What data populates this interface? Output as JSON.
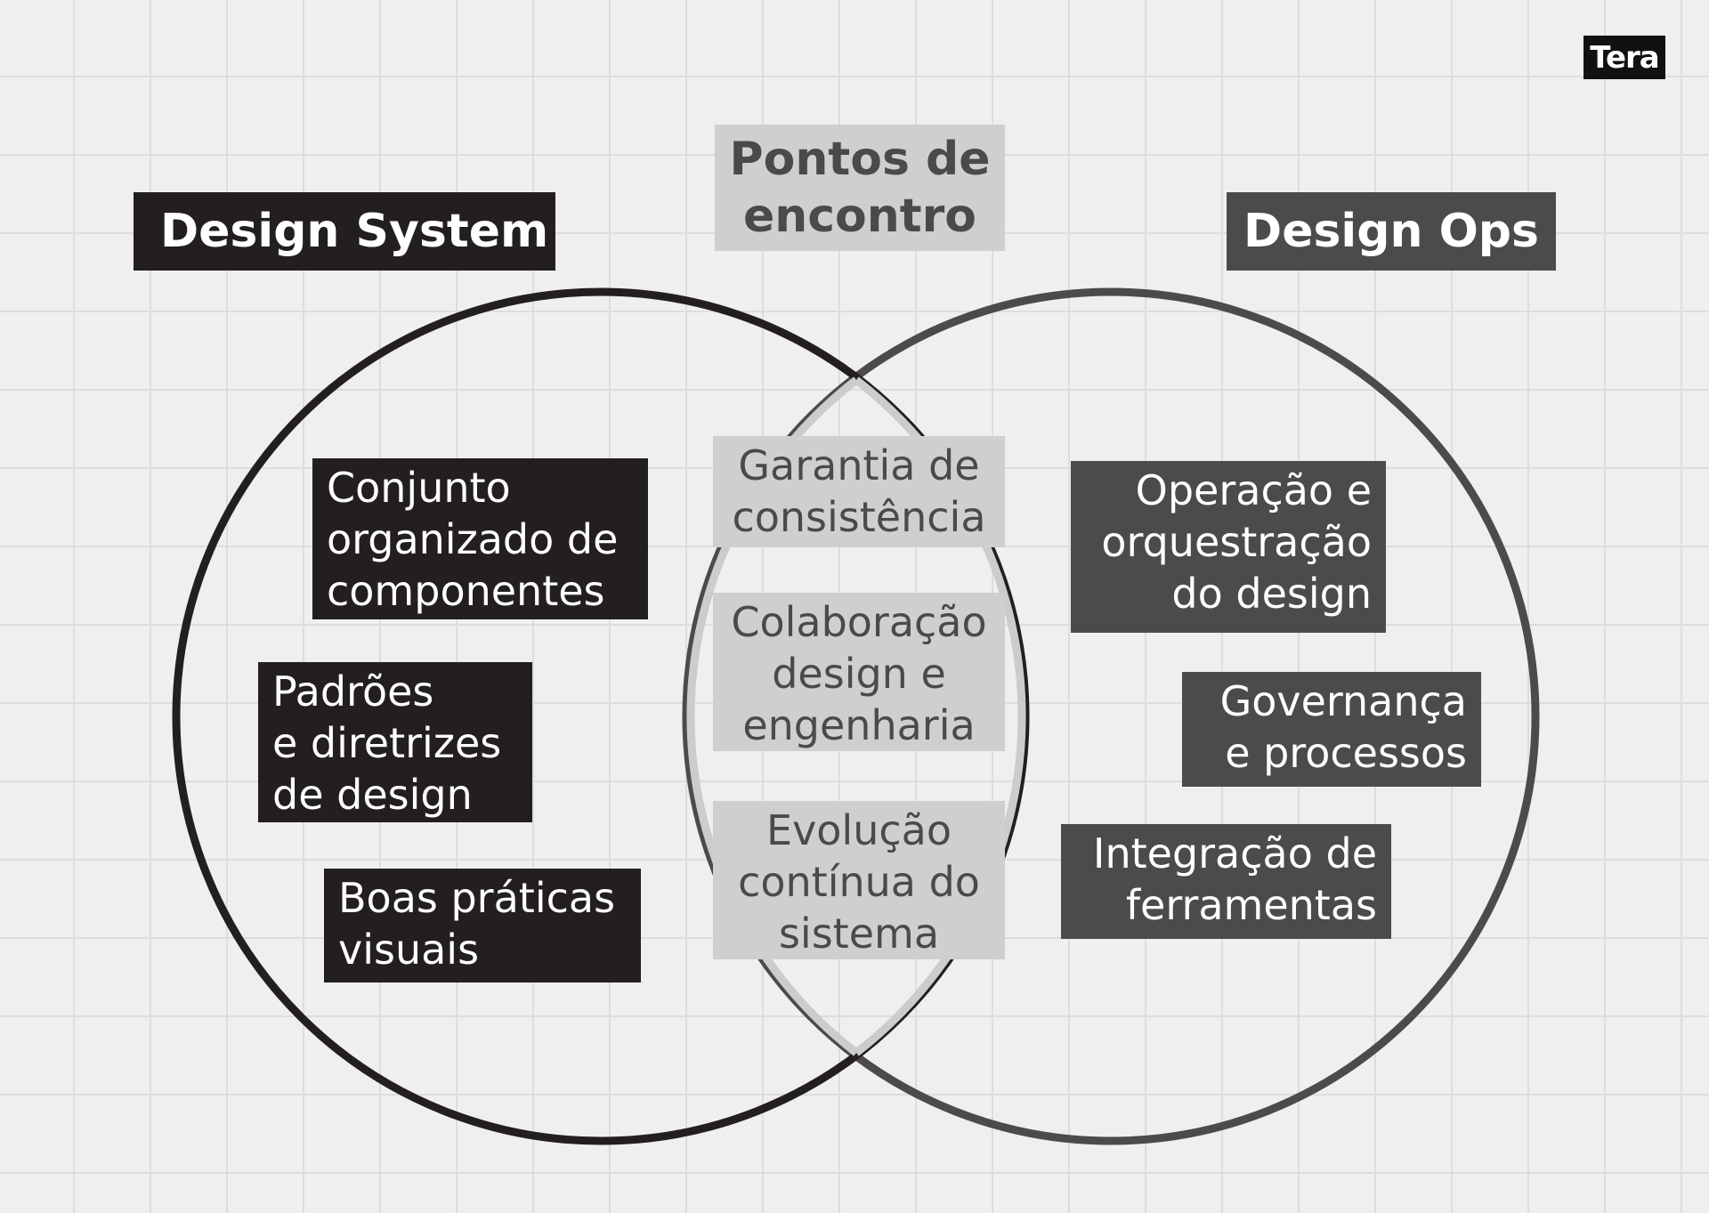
{
  "logo": {
    "text": "Tera"
  },
  "left": {
    "title": "Design System",
    "items": [
      "Conjunto\norganizado de\ncomponentes",
      "Padrões\ne diretrizes\nde design",
      "Boas práticas\nvisuais"
    ]
  },
  "center": {
    "title": "Pontos de\nencontro",
    "items": [
      "Garantia de\nconsistência",
      "Colaboração\ndesign e\nengenharia",
      "Evolução\ncontínua do\nsistema"
    ]
  },
  "right": {
    "title": "Design Ops",
    "items": [
      "Operação e\norquestração\ndo design",
      "Governança\ne processos",
      "Integração de\nferramentas"
    ]
  },
  "colors": {
    "background": "#efefef",
    "design_system": "#231f20",
    "design_ops": "#4d4a4b",
    "overlap": "#cfcfcf"
  }
}
